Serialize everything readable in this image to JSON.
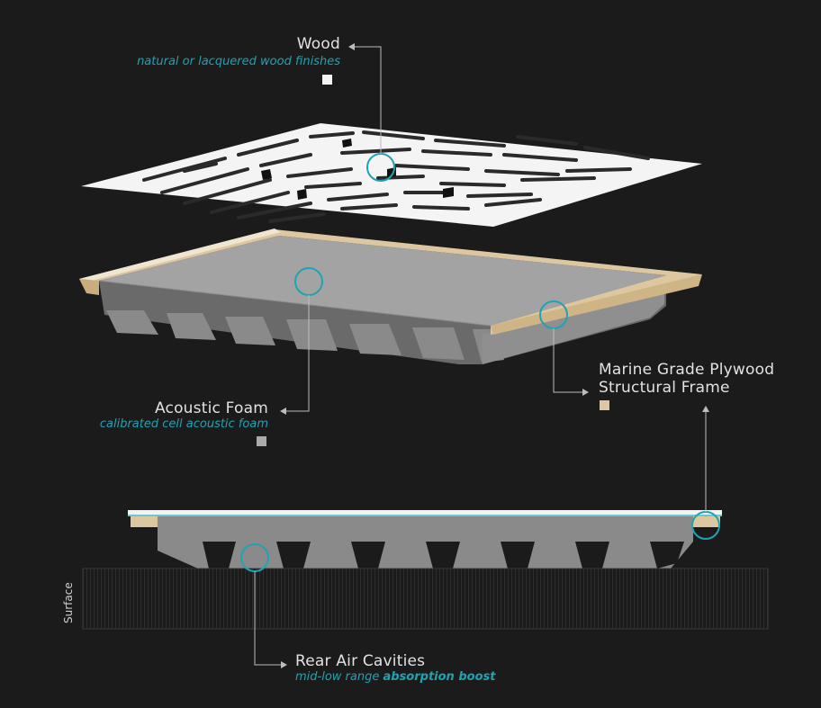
{
  "colors": {
    "background": "#1b1b1b",
    "accent": "#1fa3b3",
    "wood_white": "#f4f4f4",
    "foam_gray": "#9a9a9a",
    "plywood_tan": "#dcc7a0"
  },
  "labels": {
    "wood": {
      "title": "Wood",
      "subtitle": "natural or lacquered wood finishes",
      "swatch_color": "#f4f4f4"
    },
    "foam": {
      "title": "Acoustic Foam",
      "subtitle": "calibrated cell acoustic foam",
      "swatch_color": "#aaaaaa"
    },
    "plywood": {
      "title_line1": "Marine Grade Plywood",
      "title_line2": "Structural Frame",
      "swatch_color": "#dcc7a0"
    },
    "cavities": {
      "title": "Rear Air Cavities",
      "subtitle_plain": "mid-low range ",
      "subtitle_bold": "absorption boost"
    }
  },
  "surface_label": "Surface",
  "icons": [
    "callout-circle-icon",
    "arrow-icon"
  ]
}
